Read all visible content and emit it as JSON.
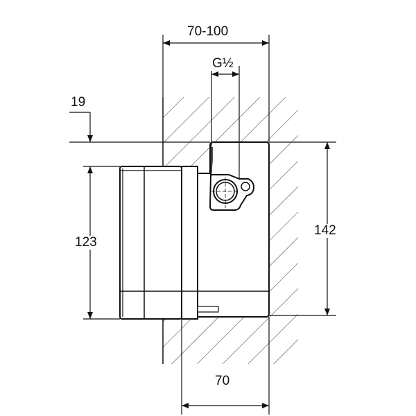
{
  "dimensions": {
    "width_range": "70-100",
    "connection": "G½",
    "offset": "19",
    "front_height": "123",
    "body_height": "142",
    "depth": "70"
  },
  "colors": {
    "line": "#111111",
    "background": "#ffffff"
  }
}
